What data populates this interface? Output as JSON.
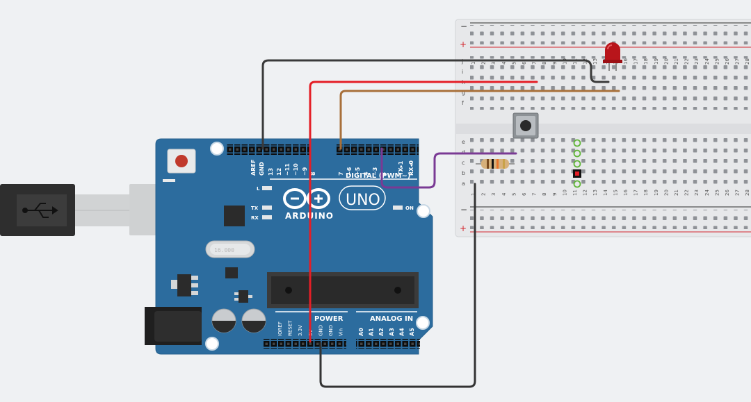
{
  "board": {
    "brand": "ARDUINO",
    "model": "UNO",
    "digital_label": "DIGITAL (PWM~)",
    "power_label": "POWER",
    "analog_label": "ANALOG IN",
    "crystal_text": "16.000",
    "led_labels": {
      "l": "L",
      "tx": "TX",
      "rx": "RX",
      "on": "ON"
    },
    "digital_pins": [
      "AREF",
      "GND",
      "13",
      "12",
      "~11",
      "~10",
      "~9",
      "8",
      "7",
      "~6",
      "~5",
      "4",
      "~3",
      "2",
      "TX▸1",
      "RX◂0"
    ],
    "power_pins": [
      "IOREF",
      "RESET",
      "3.3V",
      "5V",
      "GND",
      "GND",
      "Vin"
    ],
    "analog_pins": [
      "A0",
      "A1",
      "A2",
      "A3",
      "A4",
      "A5"
    ]
  },
  "breadboard": {
    "rail_minus": "−",
    "rail_plus": "+",
    "row_letters_top": [
      "j",
      "i",
      "h",
      "g",
      "f"
    ],
    "row_letters_bottom": [
      "e",
      "d",
      "c",
      "b",
      "a"
    ],
    "column_numbers": [
      "1",
      "2",
      "3",
      "4",
      "5",
      "6",
      "7",
      "8",
      "9",
      "10",
      "11",
      "12",
      "13",
      "14",
      "15",
      "16",
      "17",
      "18",
      "19",
      "20",
      "21",
      "22",
      "23",
      "24",
      "25",
      "26",
      "27",
      "28"
    ]
  },
  "colors": {
    "board": "#2c6c9e",
    "wire_black": "#3a3a3a",
    "wire_red": "#e41e26",
    "wire_brown": "#a8703a",
    "wire_purple": "#7a3a94",
    "wire_dark": "#333333",
    "led": "#b8151b",
    "breadboard": "#e7e8ea"
  }
}
